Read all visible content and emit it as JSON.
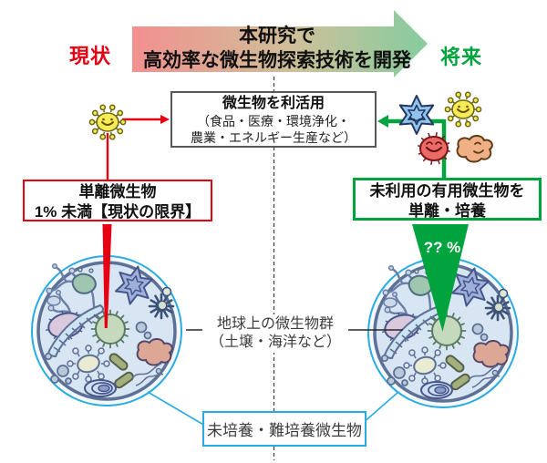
{
  "stage_labels": {
    "present": "現状",
    "future": "将来"
  },
  "top_arrow": {
    "line1": "本研究で",
    "line2": "高効率な微生物探索技術を開発",
    "gradient_start": "#f2908f",
    "gradient_end": "#85cc9e"
  },
  "center_box": {
    "title": "微生物を利活用",
    "sub1": "（食品・医療・環境浄化・",
    "sub2": "農業・エネルギー生産など）"
  },
  "left_box": {
    "line1": "単離微生物",
    "line2": "1% 未満【現状の限界】"
  },
  "right_box": {
    "line1": "未利用の有用微生物を",
    "line2": "単離・培養"
  },
  "funnel": {
    "label": "?? %",
    "color": "#00a33e"
  },
  "earth_label": {
    "line1": "地球上の微生物群",
    "line2": "（土壌・海洋など）"
  },
  "bottom_box": {
    "label": "未培養・難培養微生物"
  },
  "colors": {
    "red": "#e60012",
    "green": "#00a33e",
    "dish_rim_blue": "#29abe2",
    "center_box_border": "#595757",
    "text_black": "#111111"
  },
  "icons": {
    "left_of_center_box": "happy-sun-microbe-icon",
    "right_of_center_box": [
      "happy-star-microbe-icon",
      "happy-sun-microbe-icon",
      "happy-spiky-microbe-icon",
      "happy-amoeba-microbe-icon"
    ],
    "dishes": [
      "petri-dish-icon",
      "petri-dish-icon"
    ]
  }
}
